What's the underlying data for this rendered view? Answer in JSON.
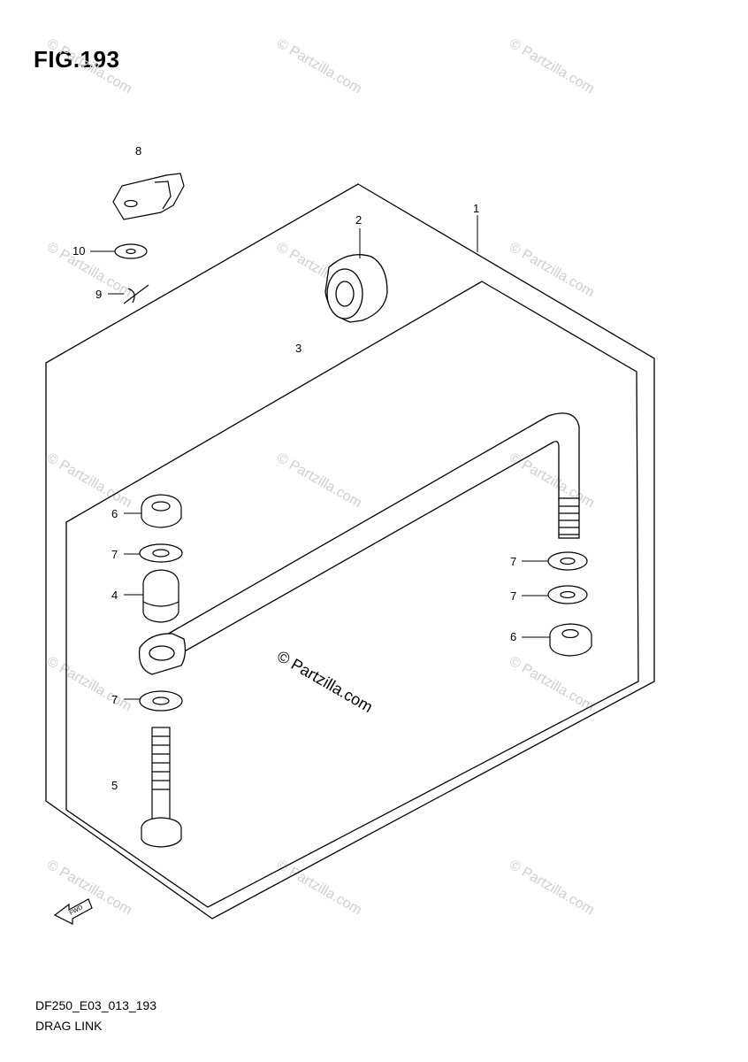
{
  "figure": {
    "title": "FIG.193",
    "code": "DF250_E03_013_193",
    "caption": "DRAG LINK"
  },
  "callouts": [
    "1",
    "2",
    "3",
    "4",
    "5",
    "6",
    "6",
    "7",
    "7",
    "7",
    "7",
    "8",
    "9",
    "10"
  ],
  "watermark": {
    "text": "© Partzilla.com"
  },
  "fwd_arrow": {
    "label": "FWD"
  }
}
